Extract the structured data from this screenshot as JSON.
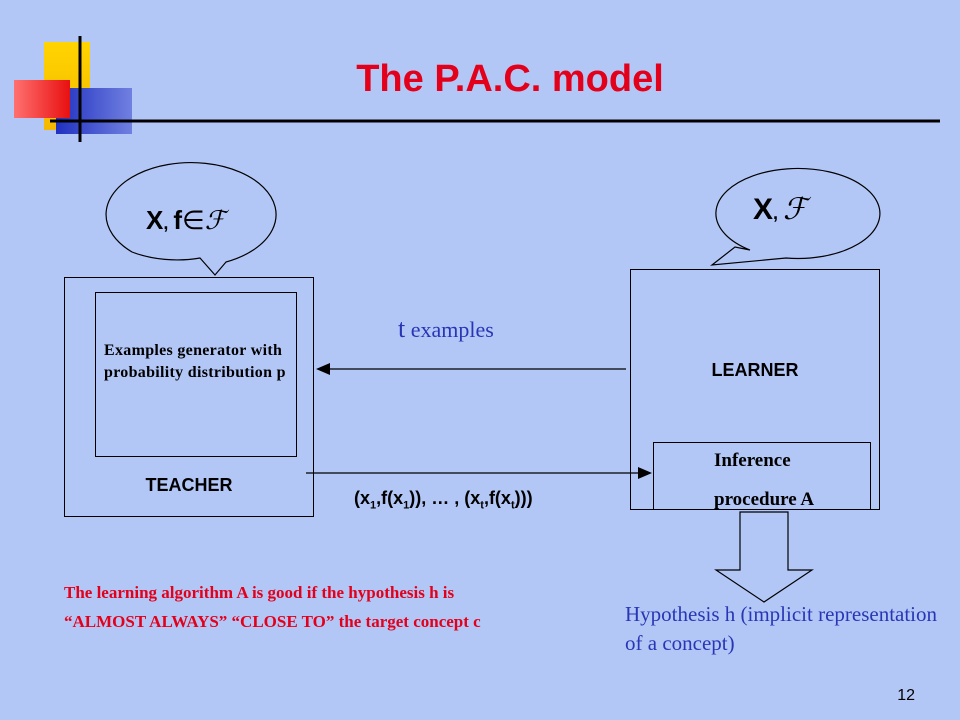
{
  "slide": {
    "title": "The P.A.C. model",
    "page_number": "12"
  },
  "teacher": {
    "label": "TEACHER",
    "generator_text": "Examples generator with probability distribution p",
    "bubble_prefix": "X",
    "bubble_sep": ", ",
    "bubble_f": "f",
    "bubble_in": "∈",
    "bubble_family": "ℱ"
  },
  "learner": {
    "label": "LEARNER",
    "inference_line1": "Inference",
    "inference_line2": "procedure A",
    "bubble_prefix": "X",
    "bubble_sep": ", ",
    "bubble_family": "ℱ"
  },
  "arrows": {
    "request_t": "t",
    "request_text": "examples",
    "seq_part1": "(x",
    "seq_sub1": "1",
    "seq_part2": ",f(x",
    "seq_sub2": "1",
    "seq_part3": ")), … , (x",
    "seq_sub3": "t",
    "seq_part4": ",f(x",
    "seq_sub4": "t",
    "seq_part5": ")))"
  },
  "notes": {
    "good_algorithm": "The learning algorithm A is good if the hypothesis  h  is “ALMOST ALWAYS” “CLOSE TO” the target concept  c",
    "hypothesis": "Hypothesis h (implicit representation of a concept)"
  },
  "colors": {
    "background": "#b3c7f7",
    "title": "#e3001b",
    "blue_text": "#2836b5",
    "red_text": "#e3001b"
  }
}
